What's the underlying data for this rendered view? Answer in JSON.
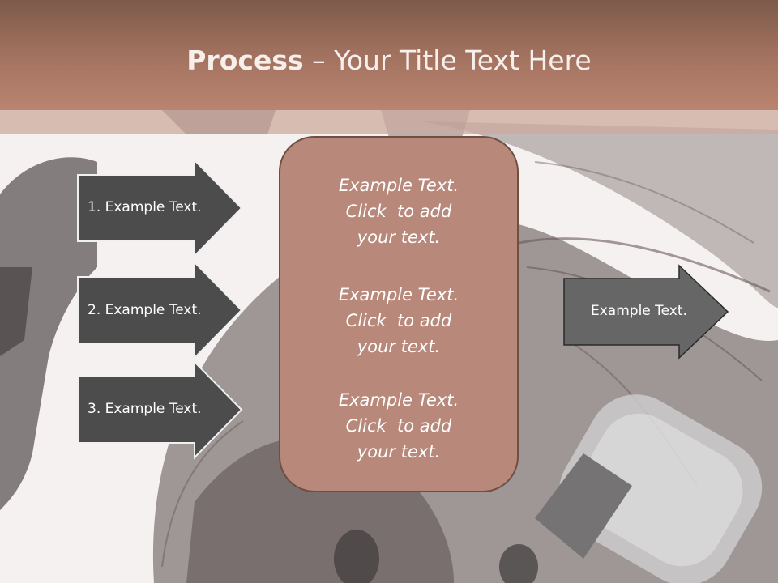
{
  "slide": {
    "title_bold": "Process",
    "title_rest": " – Your Title Text Here",
    "left_arrows": [
      {
        "label": "1. Example Text."
      },
      {
        "label": "2. Example Text."
      },
      {
        "label": "3. Example Text."
      }
    ],
    "center_blocks": [
      {
        "line1": "Example Text.",
        "line2": "Click  to add",
        "line3": "your text."
      },
      {
        "line1": "Example Text.",
        "line2": "Click  to add",
        "line3": "your text."
      },
      {
        "line1": "Example Text.",
        "line2": "Click  to add",
        "line3": "your text."
      }
    ],
    "right_arrow": {
      "label": "Example Text."
    }
  },
  "colors": {
    "title_band": "#a57461",
    "center_box_fill": "#b8887a",
    "center_box_border": "#6f4f43",
    "left_arrow_fill": "#4c4c4c",
    "right_arrow_fill": "#666666"
  }
}
